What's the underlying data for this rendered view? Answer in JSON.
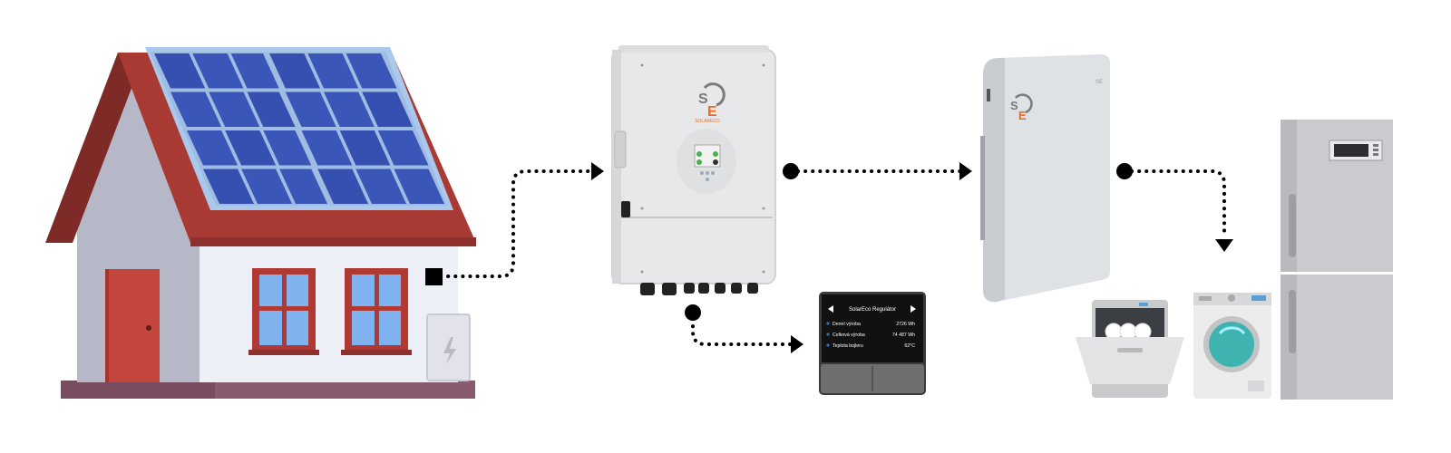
{
  "colors": {
    "roof": "#a83a33",
    "roof_shadow": "#7e2a26",
    "wall": "#eef0f7",
    "wall_side": "#b7b8c7",
    "panel": "#3a56b8",
    "panel_frame": "#a9c8ec",
    "door": "#c4473e",
    "window_frame": "#b03a33",
    "window_glass": "#7fb2ef",
    "base": "#8a5a6e",
    "device": "#e7e8e9",
    "connector": "#000000",
    "orange": "#ee6b1e",
    "gray_logo": "#7a7a7a"
  },
  "inverter": {
    "brand": "SOLARECO"
  },
  "regulator": {
    "title": "SolarEco Regulátor",
    "rows": [
      {
        "label": "Denní výroba",
        "value": "2726 Wh"
      },
      {
        "label": "Celková výroba",
        "value": "74 487 Wh"
      },
      {
        "label": "Teplota bojleru",
        "value": "62°C"
      }
    ]
  },
  "battery": {
    "brand_small": "SE"
  },
  "icons": {
    "meter": "lightning-bolt-icon",
    "nav_left": "arrow-left-icon",
    "nav_right": "arrow-right-icon"
  }
}
